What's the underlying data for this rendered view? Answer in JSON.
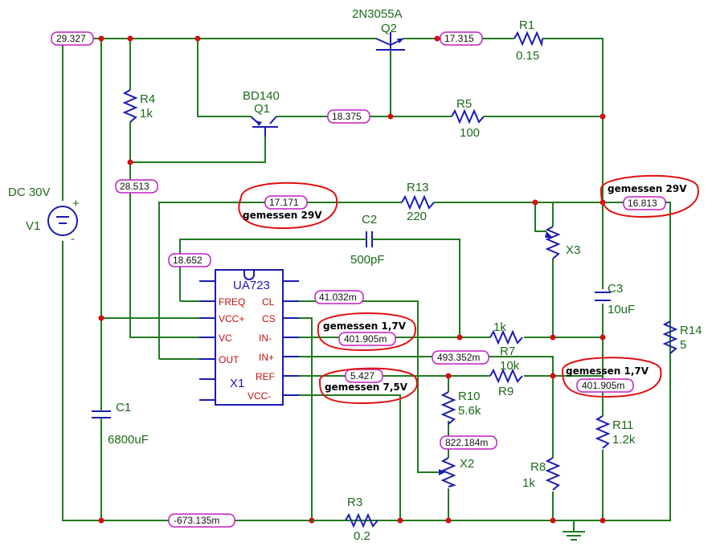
{
  "components": {
    "q2_type": "2N3055A",
    "q2_ref": "Q2",
    "q1_type": "BD140",
    "q1_ref": "Q1",
    "r1_ref": "R1",
    "r1_val": "0.15",
    "r5_ref": "R5",
    "r5_val": "100",
    "r4_ref": "R4",
    "r4_val": "1k",
    "r13_ref": "R13",
    "r13_val": "220",
    "c2_ref": "C2",
    "c2_val": "500pF",
    "x3_ref": "X3",
    "c3_ref": "C3",
    "c3_val": "10uF",
    "r14_ref": "R14",
    "r14_val": "5",
    "r7_ref": "R7",
    "r7_val": "1k",
    "r9_ref": "R9",
    "r9_val": "10k",
    "r10_ref": "R10",
    "r10_val": "5.6k",
    "x2_ref": "X2",
    "r8_ref": "R8",
    "r8_val": "1k",
    "r11_ref": "R11",
    "r11_val": "1.2k",
    "r3_ref": "R3",
    "r3_val": "0.2",
    "c1_ref": "C1",
    "c1_val": "6800uF",
    "v1_val": "DC 30V",
    "v1_ref": "V1",
    "v1_plus": "+",
    "v1_minus": "-"
  },
  "ic": {
    "part": "UA723",
    "ref": "X1",
    "pins_left": [
      "FREQ",
      "VCC+",
      "VC",
      "OUT"
    ],
    "pins_right": [
      "CL",
      "CS",
      "IN-",
      "IN+",
      "REF",
      "VCC-"
    ]
  },
  "probes": {
    "p_vin": "29.327",
    "p_q2e": "17.315",
    "p_q1e": "18.375",
    "p_r4": "28.513",
    "p_r13l": "17.171",
    "p_out": "16.813",
    "p_freq": "18.652",
    "p_cl": "41.032m",
    "p_inm": "401.905m",
    "p_inp": "493.352m",
    "p_ref": "5.427",
    "p_x2": "822.184m",
    "p_r11": "401.905m",
    "p_gnd": "-673.135m"
  },
  "notes": {
    "n1": "gemessen 29V",
    "n2": "gemessen 29V",
    "n3": "gemessen 1,7V",
    "n4": "gemessen 7,5V",
    "n5": "gemessen 1,7V"
  },
  "colors": {
    "wire": "#1f7a1f",
    "component": "#1a1ab4",
    "node": "#d41010",
    "probe_border": "#c21fc2",
    "annotation_ring": "#e01010",
    "pin_label": "#c01010"
  }
}
